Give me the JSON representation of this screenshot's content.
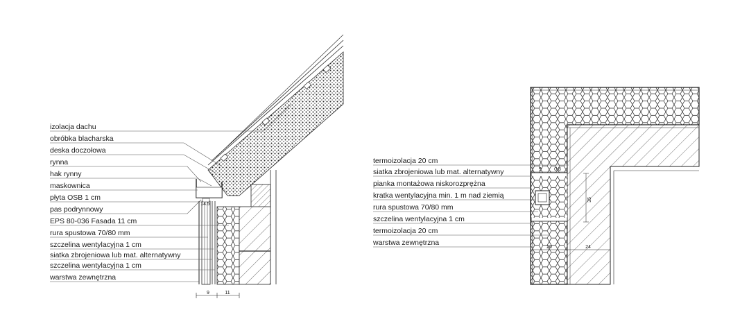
{
  "left_section": {
    "labels": [
      "izolacja dachu",
      "obróbka blacharska",
      "deska doczołowa",
      "rynna",
      "hak rynny",
      "maskownica",
      "płyta OSB 1 cm",
      "pas podrynnowy",
      "EPS 80-036 Fasada 11 cm",
      "rura spustowa 70/80 mm",
      "szczelina wentylacyjna 1 cm",
      "siatka zbrojeniowa lub mat. alternatywny",
      "szczelina wentylacyjna 1 cm",
      "warstwa zewnętrzna"
    ],
    "dims": {
      "a": "9",
      "b": "11",
      "c": "14.5"
    }
  },
  "right_section": {
    "labels": [
      "termoizolacja 20 cm",
      "siatka zbrojeniowa lub mat. alternatywny",
      "pianka montażowa niskorozprężna",
      "kratka wentylacyjna min. 1 m nad ziemią",
      "rura spustowa 70/80 mm",
      "szczelina wentylacyjna 1 cm",
      "termoizolacja 20 cm",
      "warstwa zewnętrzna"
    ],
    "dims": {
      "a": "9",
      "b": "0.8",
      "c": "20",
      "d": "24",
      "e": "35"
    }
  }
}
